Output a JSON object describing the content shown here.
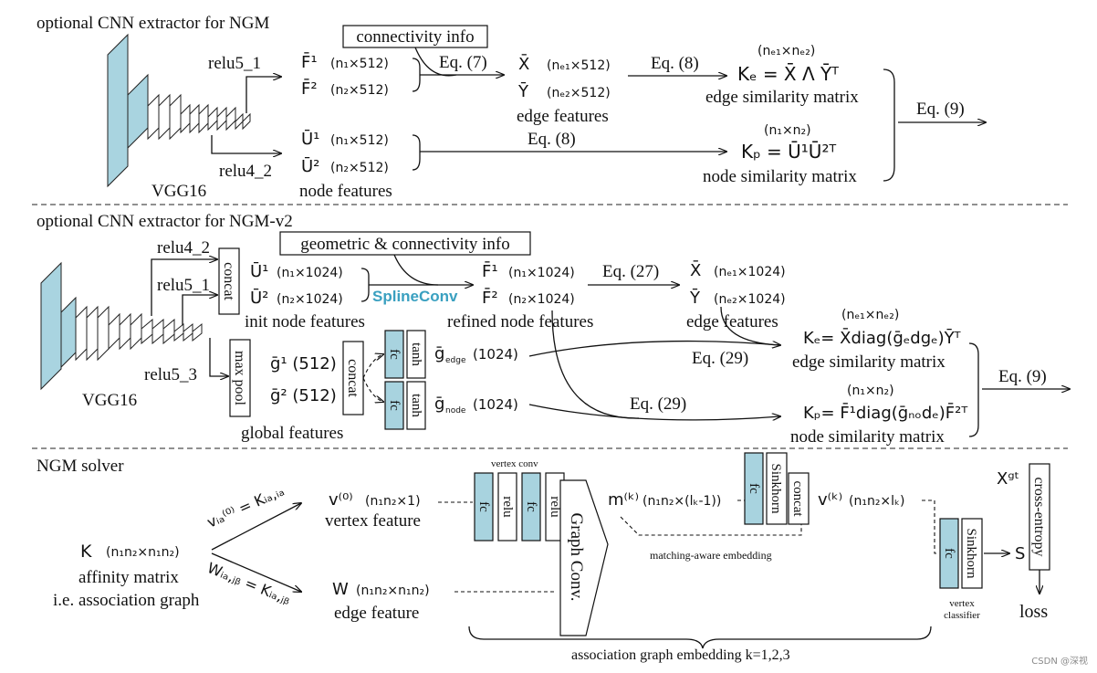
{
  "sections": {
    "ngm": "optional CNN extractor for NGM",
    "ngmv2": "optional CNN extractor for NGM-v2",
    "solver": "NGM solver"
  },
  "ngm": {
    "backbone": "VGG16",
    "relu_top": "relu5_1",
    "relu_bottom": "relu4_2",
    "connectivity_box": "connectivity info",
    "F1": "F̄¹",
    "F1_dim": "(n₁×512)",
    "F2": "F̄²",
    "F2_dim": "(n₂×512)",
    "U1": "Ū¹",
    "U1_dim": "(n₁×512)",
    "U2": "Ū²",
    "U2_dim": "(n₂×512)",
    "node_features": "node features",
    "eq7": "Eq. (7)",
    "X": "X̄",
    "X_dim": "(nₑ₁×512)",
    "Y": "Ȳ",
    "Y_dim": "(nₑ₂×512)",
    "edge_features": "edge features",
    "eq8_top": "Eq. (8)",
    "eq8_bottom": "Eq. (8)",
    "Ke_dim": "(nₑ₁×nₑ₂)",
    "Ke_formula": "Kₑ = X̄ Λ Ȳᵀ",
    "Ke_label": "edge similarity matrix",
    "Kp_dim": "(n₁×n₂)",
    "Kp_formula": "Kₚ = Ū¹Ū²ᵀ",
    "Kp_label": "node similarity matrix",
    "eq9": "Eq. (9)"
  },
  "ngmv2": {
    "backbone": "VGG16",
    "relu_a": "relu4_2",
    "relu_b": "relu5_1",
    "relu_c": "relu5_3",
    "concat1": "concat",
    "maxpool": "max pool",
    "geo_box": "geometric & connectivity info",
    "U1": "Ū¹",
    "U1_dim": "(n₁×1024)",
    "U2": "Ū²",
    "U2_dim": "(n₂×1024)",
    "init_label": "init node features",
    "splineconv": "SplineConv",
    "F1": "F̄¹",
    "F1_dim": "(n₁×1024)",
    "F2": "F̄²",
    "F2_dim": "(n₂×1024)",
    "refined_label": "refined node features",
    "eq27": "Eq. (27)",
    "X": "X̄",
    "X_dim": "(nₑ₁×1024)",
    "Y": "Ȳ",
    "Y_dim": "(nₑ₂×1024)",
    "edge_features": "edge features",
    "g1": "ḡ¹ (512)",
    "g2": "ḡ² (512)",
    "global_label": "global features",
    "concat2": "concat",
    "fc_top": "fc",
    "tanh_top": "tanh",
    "fc_bottom": "fc",
    "tanh_bottom": "tanh",
    "g_edge": "ḡ",
    "g_edge_sub": "edge",
    "g_edge_dim": "(1024)",
    "g_node": "ḡ",
    "g_node_sub": "node",
    "g_node_dim": "(1024)",
    "eq29_top": "Eq. (29)",
    "eq29_bottom": "Eq. (29)",
    "Ke_dim": "(nₑ₁×nₑ₂)",
    "Ke_formula": "Kₑ= X̄diag(ḡₑdgₑ)Ȳᵀ",
    "Ke_label": "edge similarity matrix",
    "Kp_dim": "(n₁×n₂)",
    "Kp_formula": "Kₚ= F̄¹diag(ḡₙₒdₑ)F̄²ᵀ",
    "Kp_label": "node similarity matrix",
    "eq9": "Eq. (9)"
  },
  "solver": {
    "K": "K",
    "K_dim": "(n₁n₂×n₁n₂)",
    "affinity": "affinity matrix",
    "assoc": "i.e. association graph",
    "v_eq": "vᵢₐ⁽⁰⁾ = Kᵢₐ,ᵢₐ",
    "w_eq": "Wᵢₐ,ⱼᵦ = Kᵢₐ,ⱼᵦ",
    "v0": "v⁽⁰⁾",
    "v0_dim": "(n₁n₂×1)",
    "vertex_feature": "vertex feature",
    "W": "W",
    "W_dim": "(n₁n₂×n₁n₂)",
    "edge_feature": "edge feature",
    "vertex_conv": "vertex conv",
    "fc1": "fc",
    "relu1": "relu",
    "fc2": "fc",
    "relu2": "relu",
    "graph_conv": "Graph Conv.",
    "m": "m⁽ᵏ⁾",
    "m_dim": "(n₁n₂×(lₖ-1))",
    "fc3": "fc",
    "sinkhorn1": "Sinkhorn",
    "concat": "concat",
    "v": "v⁽ᵏ⁾",
    "v_dim": "(n₁n₂×lₖ)",
    "matching": "matching-aware embedding",
    "fc4": "fc",
    "sinkhorn2": "Sinkhorn",
    "vertex_classifier_1": "vertex",
    "vertex_classifier_2": "classifier",
    "S": "S",
    "Xgt": "Xᵍᵗ",
    "cross_entropy": "cross-entropy",
    "loss": "loss",
    "embedding": "association graph embedding   k=1,2,3"
  },
  "watermark": "CSDN @深视"
}
